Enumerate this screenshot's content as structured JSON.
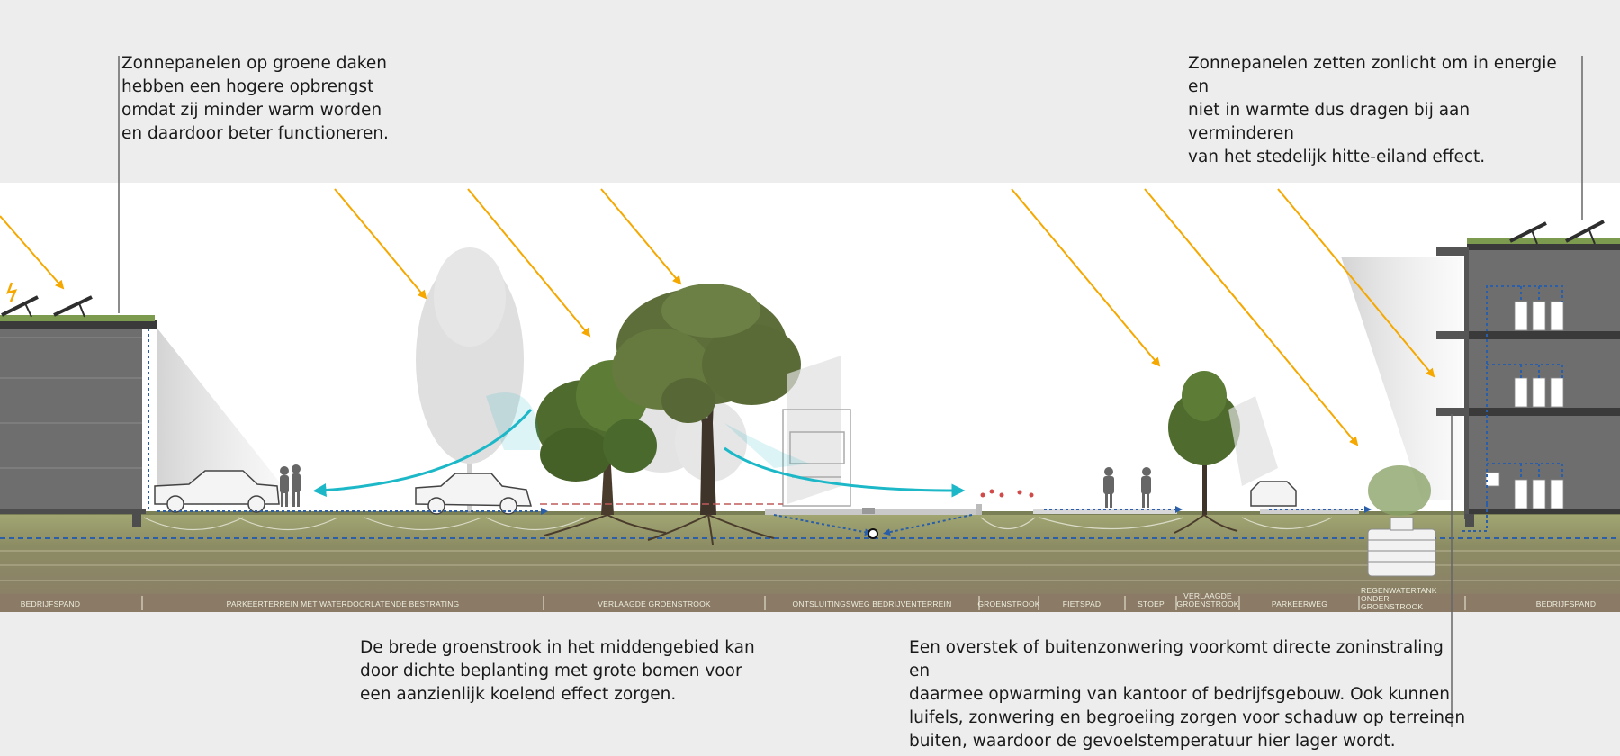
{
  "annotations": {
    "top_left": "Zonnepanelen op groene daken\nhebben een hogere opbrengst\nomdat zij minder warm worden\nen daardoor beter functioneren.",
    "top_right": "Zonnepanelen zetten zonlicht om in energie en\nniet in warmte dus dragen bij aan verminderen\nvan het stedelijk hitte-eiland effect.",
    "bottom_left": "De brede groenstrook in het middengebied kan\ndoor dichte beplanting met grote bomen voor\neen aanzienlijk koelend effect zorgen.",
    "bottom_right": "Een overstek of buitenzonwering voorkomt directe zoninstraling en\ndaarmee opwarming van kantoor of bedrijfsgebouw. Ook kunnen\nluifels, zonwering en begroeiing zorgen voor schaduw op terreinen\nbuiten, waardoor de gevoelstemperatuur hier lager wordt."
  },
  "zones": [
    "BEDRIJFSPAND",
    "PARKEERTERREIN MET WATERDOORLATENDE BESTRATING",
    "VERLAAGDE GROENSTROOK",
    "ONTSLUITINGSWEG BEDRIJVENTERREIN",
    "GROENSTROOK",
    "FIETSPAD",
    "STOEP",
    "VERLAAGDE GROENSTROOK",
    "PARKEERWEG",
    "REGENWATERTANK ONDER GROENSTROOK",
    "BEDRIJFSPAND"
  ],
  "colors": {
    "sun_ray": "#f5a800",
    "cooling_flow": "#1cb8c8",
    "water_line": "#2a5ea8",
    "ground_top": "#8e9260",
    "ground_strip": "#8a7c68",
    "building": "#6e6e6e",
    "tree_green": "#4f6b2e"
  },
  "icons": {
    "lightning": "lightning-icon",
    "solar_panel": "solar-panel-icon",
    "car": "car-icon",
    "truck": "truck-icon",
    "person": "person-icon",
    "water_tank": "water-tank-icon"
  }
}
